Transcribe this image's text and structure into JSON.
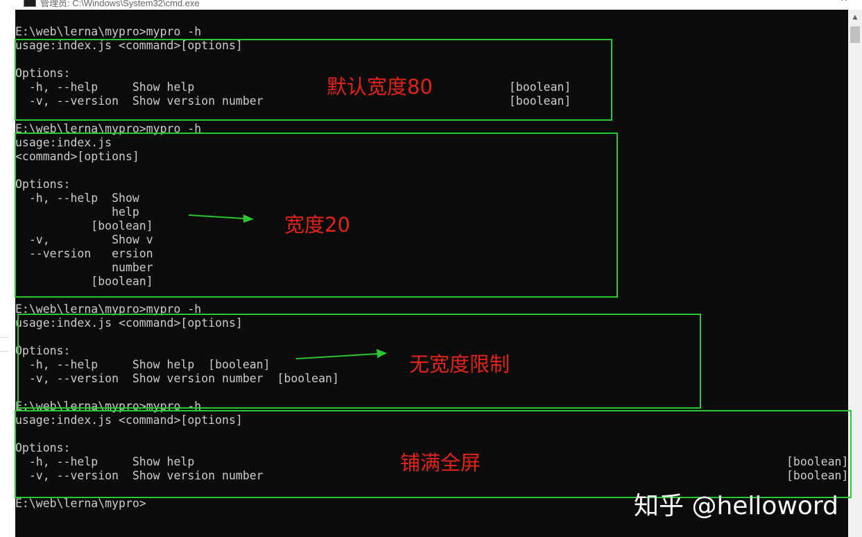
{
  "window": {
    "title": "管理员: C:\\Windows\\System32\\cmd.exe",
    "minimize_label": "—",
    "close_label": "✕"
  },
  "console_lines": [
    "E:\\web\\lerna\\mypro>mypro -h",
    "usage:index.js <command>[options]",
    "",
    "Options:",
    "  -h, --help     Show help",
    "  -v, --version  Show version number",
    "E:\\web\\lerna\\mypro>mypro -h",
    "usage:index.js",
    "<command>[options]",
    "",
    "Options:",
    "  -h, --help  Show",
    "              help",
    "           [boolean]",
    "  -v,         Show v",
    "  --version   ersion",
    "              number",
    "           [boolean]",
    "E:\\web\\lerna\\mypro>mypro -h",
    "usage:index.js <command>[options]",
    "",
    "Options:",
    "  -h, --help     Show help  [boolean]",
    "  -v, --version  Show version number  [boolean]",
    "",
    "E:\\web\\lerna\\mypro>mypro -h",
    "usage:index.js <command>[options]",
    "",
    "Options:",
    "  -h, --help     Show help",
    "  -v, --version  Show version number",
    "",
    "E:\\web\\lerna\\mypro>"
  ],
  "right_column": {
    "block1_help": "[boolean]",
    "block1_version": "[boolean]",
    "block4_help": "[boolean]",
    "block4_version": "[boolean]"
  },
  "annotations": {
    "default_width": "默认宽度80",
    "width_20": "宽度20",
    "no_width_limit": "无宽度限制",
    "full_screen": "铺满全屏"
  },
  "colors": {
    "console_bg": "#0c0c0c",
    "console_text": "#cccccc",
    "box_green": "#27c832",
    "annotation_red": "#e2231a"
  },
  "scrollbar": {
    "up_icon": "triangle-up-icon"
  },
  "watermark": "知乎 @helloword"
}
